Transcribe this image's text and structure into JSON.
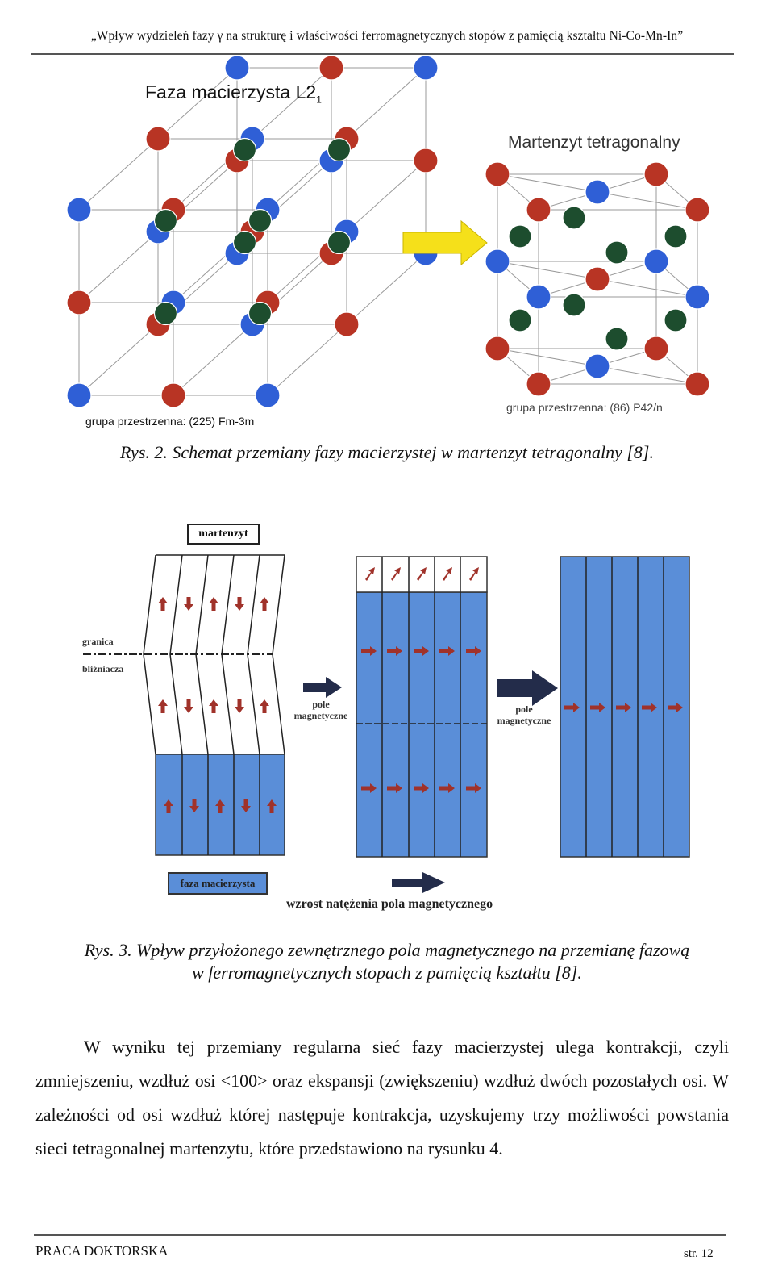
{
  "header": {
    "text": "„Wpływ wydzieleń fazy γ na strukturę i właściwości ferromagnetycznych stopów z pamięcią kształtu Ni-Co-Mn-In”"
  },
  "figure1": {
    "left_title": "Faza macierzysta L2",
    "left_title_sub": "1",
    "right_title": "Martenzyt tetragonalny",
    "left_group": "grupa przestrzenna: (225) Fm-3m",
    "right_group": "grupa przestrzenna: (86) P42/n",
    "caption": "Rys. 2. Schemat przemiany fazy macierzystej w martenzyt tetragonalny [8].",
    "colors": {
      "blue_atom": "#2f5fd6",
      "red_atom": "#b83424",
      "green_atom": "#1d4d2e",
      "arrow": "#f5e01a"
    }
  },
  "figure2": {
    "martenzyt": "martenzyt",
    "granica": "granica",
    "blizniacza": "bliźniacza",
    "pole1": "pole magnetyczne",
    "pole2": "pole magnetyczne",
    "faza": "faza macierzysta",
    "wzrost": "wzrost natężenia pola magnetycznego",
    "caption_line1": "Rys. 3. Wpływ przyłożonego zewnętrznego pola magnetycznego na przemianę fazową",
    "caption_line2": "w ferromagnetycznych stopach z pamięcią kształtu [8].",
    "colors": {
      "panel_blue": "#5a8ed8",
      "moment_arrow": "#a0322a",
      "field_arrow": "#232c4a"
    }
  },
  "body": {
    "paragraph": "W wyniku tej przemiany regularna sieć fazy macierzystej ulega kontrakcji, czyli zmniejszeniu, wzdłuż osi <100> oraz ekspansji (zwiększeniu) wzdłuż dwóch pozostałych osi. W zależności od osi wzdłuż której następuje kontrakcja, uzyskujemy trzy możliwości powstania sieci tetragonalnej martenzytu, które przedstawiono na rysunku 4."
  },
  "footer": {
    "left": "PRACA DOKTORSKA",
    "right": "str. 12"
  }
}
